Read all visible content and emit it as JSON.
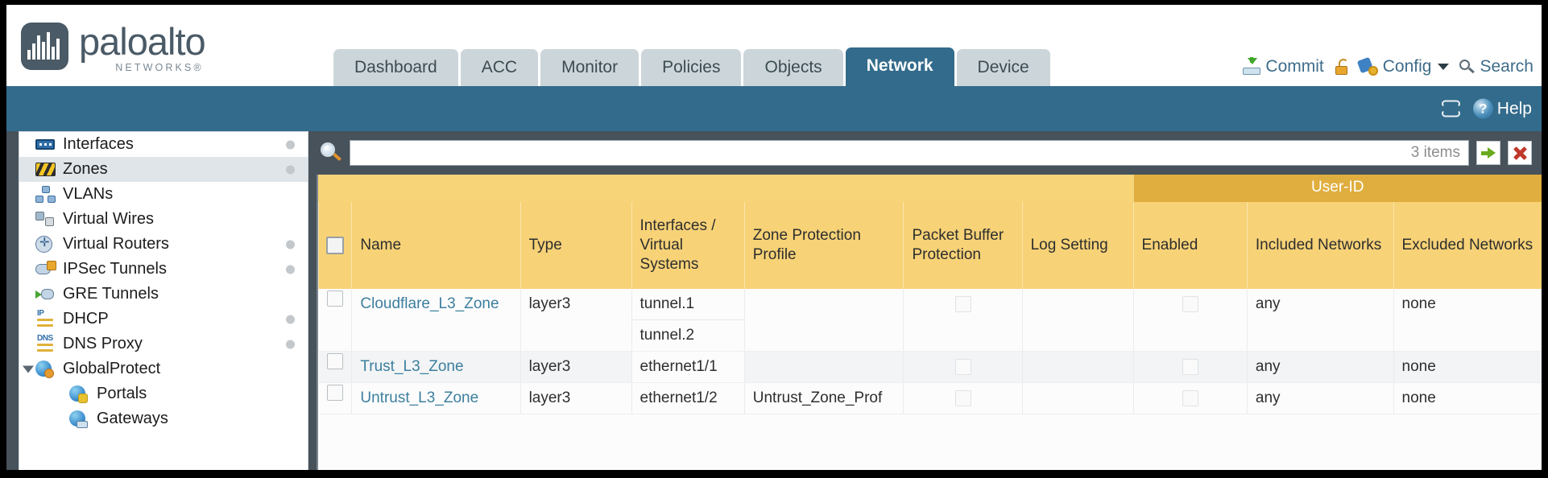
{
  "brand": {
    "name": "paloalto",
    "tagline": "NETWORKS®",
    "logo_icon": "paloalto-logo-icon"
  },
  "header": {
    "tabs": [
      {
        "label": "Dashboard",
        "active": false
      },
      {
        "label": "ACC",
        "active": false
      },
      {
        "label": "Monitor",
        "active": false
      },
      {
        "label": "Policies",
        "active": false
      },
      {
        "label": "Objects",
        "active": false
      },
      {
        "label": "Network",
        "active": true
      },
      {
        "label": "Device",
        "active": false
      }
    ],
    "actions": {
      "commit": "Commit",
      "commit_icon": "commit-icon",
      "lock_icon": "lock-icon",
      "config": "Config",
      "config_icon": "config-icon",
      "config_caret": "chevron-down-icon",
      "search": "Search",
      "search_icon": "search-icon"
    }
  },
  "subbar": {
    "refresh_icon": "refresh-icon",
    "help_icon": "help-icon",
    "help_glyph": "?",
    "help": "Help"
  },
  "sidebar": {
    "items": [
      {
        "label": "Interfaces",
        "icon": "interfaces-icon",
        "dot": true,
        "selected": false,
        "child": false,
        "expander": false
      },
      {
        "label": "Zones",
        "icon": "zones-icon",
        "dot": true,
        "selected": true,
        "child": false,
        "expander": false
      },
      {
        "label": "VLANs",
        "icon": "vlans-icon",
        "dot": false,
        "selected": false,
        "child": false,
        "expander": false
      },
      {
        "label": "Virtual Wires",
        "icon": "virtual-wires-icon",
        "dot": false,
        "selected": false,
        "child": false,
        "expander": false
      },
      {
        "label": "Virtual Routers",
        "icon": "virtual-routers-icon",
        "dot": true,
        "selected": false,
        "child": false,
        "expander": false
      },
      {
        "label": "IPSec Tunnels",
        "icon": "ipsec-tunnels-icon",
        "dot": true,
        "selected": false,
        "child": false,
        "expander": false
      },
      {
        "label": "GRE Tunnels",
        "icon": "gre-tunnels-icon",
        "dot": false,
        "selected": false,
        "child": false,
        "expander": false
      },
      {
        "label": "DHCP",
        "icon": "dhcp-icon",
        "dot": true,
        "selected": false,
        "child": false,
        "expander": false
      },
      {
        "label": "DNS Proxy",
        "icon": "dns-proxy-icon",
        "dot": true,
        "selected": false,
        "child": false,
        "expander": false
      },
      {
        "label": "GlobalProtect",
        "icon": "globalprotect-icon",
        "dot": false,
        "selected": false,
        "child": false,
        "expander": true
      },
      {
        "label": "Portals",
        "icon": "portals-icon",
        "dot": false,
        "selected": false,
        "child": true,
        "expander": false
      },
      {
        "label": "Gateways",
        "icon": "gateways-icon",
        "dot": false,
        "selected": false,
        "child": true,
        "expander": false
      }
    ]
  },
  "filter": {
    "search_icon": "filter-search-icon",
    "value": "",
    "placeholder": "",
    "item_count": "3 items",
    "apply_icon": "apply-filter-icon",
    "clear_icon": "clear-filter-icon"
  },
  "table": {
    "group_header": "User-ID",
    "columns": [
      "Name",
      "Type",
      "Interfaces / Virtual Systems",
      "Zone Protection Profile",
      "Packet Buffer Protection",
      "Log Setting",
      "Enabled",
      "Included Networks",
      "Excluded Networks"
    ],
    "rows": [
      {
        "name": "Cloudflare_L3_Zone",
        "type": "layer3",
        "interfaces": [
          "tunnel.1",
          "tunnel.2"
        ],
        "zone_protection_profile": "",
        "packet_buffer_protection": false,
        "log_setting": "",
        "userid_enabled": false,
        "included_networks": "any",
        "excluded_networks": "none"
      },
      {
        "name": "Trust_L3_Zone",
        "type": "layer3",
        "interfaces": [
          "ethernet1/1"
        ],
        "zone_protection_profile": "",
        "packet_buffer_protection": false,
        "log_setting": "",
        "userid_enabled": false,
        "included_networks": "any",
        "excluded_networks": "none"
      },
      {
        "name": "Untrust_L3_Zone",
        "type": "layer3",
        "interfaces": [
          "ethernet1/2"
        ],
        "zone_protection_profile": "Untrust_Zone_Prof",
        "packet_buffer_protection": false,
        "log_setting": "",
        "userid_enabled": false,
        "included_networks": "any",
        "excluded_networks": "none"
      }
    ]
  },
  "colors": {
    "brand_blue": "#336b8c",
    "tab_inactive": "#ccd6da",
    "panel_dark": "#47525b",
    "header_gold": "#f7d277",
    "group_gold": "#e0ae3e",
    "link_blue": "#3c7f9e"
  }
}
